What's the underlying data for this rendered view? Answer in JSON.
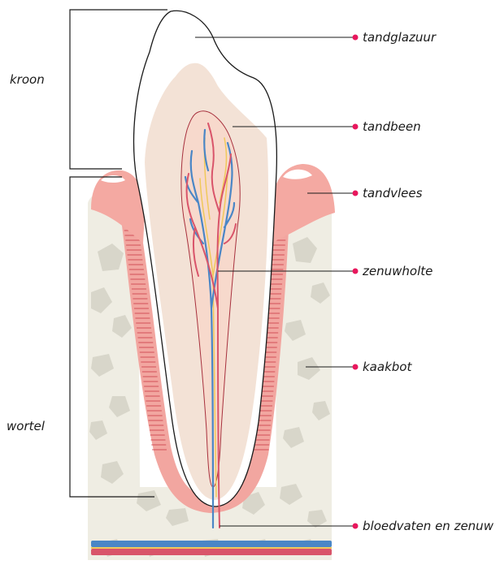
{
  "diagram": {
    "colors": {
      "enamel": "#ffffff",
      "dentin": "#f3e2d6",
      "pulp": "#f7d9cc",
      "gum": "#f4a9a2",
      "ligament": "#f2a6a0",
      "bone": "#efede3",
      "bone_hole": "#d8d6ca",
      "artery": "#d9546a",
      "vein": "#4a86c6",
      "nerve": "#f0c95a",
      "marker": "#e8175d"
    },
    "groups": {
      "crown": "kroon",
      "root": "wortel"
    },
    "labels": {
      "enamel": "tandglazuur",
      "dentin": "tandbeen",
      "gum": "tandvlees",
      "pulp": "zenuwholte",
      "jaw": "kaakbot",
      "vessels": "bloedvaten en zenuw"
    }
  }
}
